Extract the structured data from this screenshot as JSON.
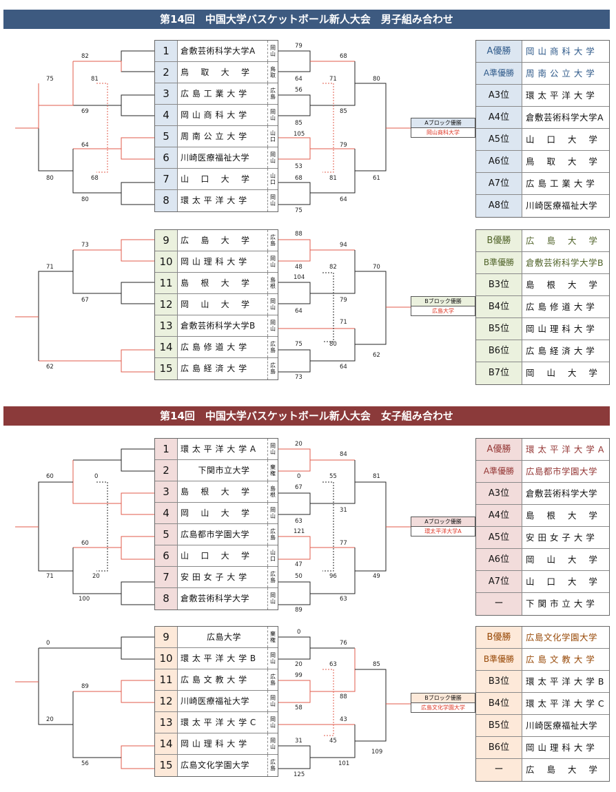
{
  "colors": {
    "men_banner": "#3d5a80",
    "women_banner": "#8b3a3a",
    "red_line": "#e05a4a",
    "men_a": "#dce6f1",
    "men_b": "#ebf1de",
    "women_a": "#f2dcdb",
    "women_b": "#fde9d9",
    "men_a_txt": "#2f5a8a",
    "men_b_txt": "#4f6228",
    "women_a_txt": "#943634",
    "women_b_txt": "#974806"
  },
  "men": {
    "title": "第14回　中国大学バスケットボール新人大会　男子組み合わせ",
    "blockA": {
      "teams": [
        {
          "num": "1",
          "name": "倉敷芸術科学大学A",
          "pref": [
            "岡",
            "山"
          ]
        },
        {
          "num": "2",
          "name": "鳥　 取 　大 　学",
          "pref": [
            "鳥",
            "取"
          ]
        },
        {
          "num": "3",
          "name": "広 島 工 業 大 学",
          "pref": [
            "広",
            "島"
          ]
        },
        {
          "num": "4",
          "name": "岡 山 商 科 大 学",
          "pref": [
            "岡",
            "山"
          ]
        },
        {
          "num": "5",
          "name": "周 南 公 立 大 学",
          "pref": [
            "山",
            "口"
          ]
        },
        {
          "num": "6",
          "name": "川崎医療福祉大学",
          "pref": [
            "岡",
            "山"
          ]
        },
        {
          "num": "7",
          "name": "山　 口 　大 　学",
          "pref": [
            "山",
            "口"
          ]
        },
        {
          "num": "8",
          "name": "環 太 平 洋 大 学",
          "pref": [
            "岡",
            "山"
          ]
        }
      ],
      "winner_title": "Aブロック優勝",
      "winner": "岡山商科大学",
      "ranks": [
        {
          "label": "A優勝",
          "name": "岡 山 商 科 大 学"
        },
        {
          "label": "A準優勝",
          "name": "周 南 公 立 大 学"
        },
        {
          "label": "A3位",
          "name": "環 太 平 洋 大 学"
        },
        {
          "label": "A4位",
          "name": "倉敷芸術科学大学A"
        },
        {
          "label": "A5位",
          "name": "山　 口 　大 　学"
        },
        {
          "label": "A6位",
          "name": "鳥　 取 　大 　学"
        },
        {
          "label": "A7位",
          "name": "広 島 工 業 大 学"
        },
        {
          "label": "A8位",
          "name": "川崎医療福祉大学"
        }
      ],
      "scores": [
        "82",
        "81",
        "75",
        "69",
        "64",
        "80",
        "68",
        "80",
        "79",
        "64",
        "68",
        "71",
        "56",
        "85",
        "85",
        "80",
        "105",
        "53",
        "79",
        "68",
        "81",
        "61",
        "75",
        "64"
      ]
    },
    "blockB": {
      "teams": [
        {
          "num": "9",
          "name": "広　 島 　大 　学",
          "pref": [
            "広",
            "島"
          ]
        },
        {
          "num": "10",
          "name": "岡 山 理 科 大 学",
          "pref": [
            "岡",
            "山"
          ]
        },
        {
          "num": "11",
          "name": "島　 根 　大 　学",
          "pref": [
            "島",
            "根"
          ]
        },
        {
          "num": "12",
          "name": "岡　 山 　大 　学",
          "pref": [
            "岡",
            "山"
          ]
        },
        {
          "num": "13",
          "name": "倉敷芸術科学大学B",
          "pref": [
            "岡",
            "山"
          ]
        },
        {
          "num": "14",
          "name": "広 島 修 道 大 学",
          "pref": [
            "広",
            "島"
          ]
        },
        {
          "num": "15",
          "name": "広 島 経 済 大 学",
          "pref": [
            "広",
            "島"
          ]
        }
      ],
      "winner_title": "Bブロック優勝",
      "winner": "広島大学",
      "ranks": [
        {
          "label": "B優勝",
          "name": "広　 島 　大 　学"
        },
        {
          "label": "B準優勝",
          "name": "倉敷芸術科学大学B"
        },
        {
          "label": "B3位",
          "name": "島　 根 　大 　学"
        },
        {
          "label": "B4位",
          "name": "広 島 修 道 大 学"
        },
        {
          "label": "B5位",
          "name": "岡 山 理 科 大 学"
        },
        {
          "label": "B6位",
          "name": "広 島 経 済 大 学"
        },
        {
          "label": "B7位",
          "name": "岡　 山 　大 　学"
        }
      ],
      "scores": [
        "73",
        "71",
        "67",
        "62",
        "88",
        "94",
        "48",
        "82",
        "70",
        "104",
        "79",
        "64",
        "71",
        "80",
        "62",
        "75",
        "64",
        "73"
      ]
    }
  },
  "women": {
    "title": "第14回　中国大学バスケットボール新人大会　女子組み合わせ",
    "blockA": {
      "teams": [
        {
          "num": "1",
          "name": "環 太 平 洋 大 学 A",
          "pref": [
            "岡",
            "山"
          ]
        },
        {
          "num": "2",
          "name": "下関市立大学",
          "pref": [
            "棄",
            "権"
          ]
        },
        {
          "num": "3",
          "name": "島　 根 　大 　学",
          "pref": [
            "島",
            "根"
          ]
        },
        {
          "num": "4",
          "name": "岡　 山 　大 　学",
          "pref": [
            "岡",
            "山"
          ]
        },
        {
          "num": "5",
          "name": "広島都市学園大学",
          "pref": [
            "広",
            "島"
          ]
        },
        {
          "num": "6",
          "name": "山　 口 　大 　学",
          "pref": [
            "山",
            "口"
          ]
        },
        {
          "num": "7",
          "name": "安 田 女 子 大 学",
          "pref": [
            "広",
            "島"
          ]
        },
        {
          "num": "8",
          "name": "倉敷芸術科学大学",
          "pref": [
            "岡",
            "山"
          ]
        }
      ],
      "winner_title": "Aブロック優勝",
      "winner": "環太平洋大学A",
      "ranks": [
        {
          "label": "A優勝",
          "name": "環 太 平 洋 大 学 A"
        },
        {
          "label": "A準優勝",
          "name": "広島都市学園大学"
        },
        {
          "label": "A3位",
          "name": "倉敷芸術科学大学"
        },
        {
          "label": "A4位",
          "name": "島　 根 　大 　学"
        },
        {
          "label": "A5位",
          "name": "安 田 女 子 大 学"
        },
        {
          "label": "A6位",
          "name": "岡　 山 　大 　学"
        },
        {
          "label": "A7位",
          "name": "山　 口 　大 　学"
        },
        {
          "label": "ー",
          "name": "下 関 市 立 大 学"
        }
      ],
      "scores": [
        "60",
        "0",
        "20",
        "84",
        "0",
        "55",
        "81",
        "67",
        "31",
        "63",
        "60",
        "121",
        "77",
        "47",
        "71",
        "20",
        "50",
        "96",
        "49",
        "100",
        "63",
        "89"
      ]
    },
    "blockB": {
      "teams": [
        {
          "num": "9",
          "name": "広島大学",
          "pref": [
            "棄",
            "権"
          ]
        },
        {
          "num": "10",
          "name": "環 太 平 洋 大 学 B",
          "pref": [
            "岡",
            "山"
          ]
        },
        {
          "num": "11",
          "name": "広 島 文 教 大 学",
          "pref": [
            "広",
            "島"
          ]
        },
        {
          "num": "12",
          "name": "川崎医療福祉大学",
          "pref": [
            "岡",
            "山"
          ]
        },
        {
          "num": "13",
          "name": "環 太 平 洋 大 学 C",
          "pref": [
            "岡",
            "山"
          ]
        },
        {
          "num": "14",
          "name": "岡 山 理 科 大 学",
          "pref": [
            "岡",
            "山"
          ]
        },
        {
          "num": "15",
          "name": "広島文化学園大学",
          "pref": [
            "広",
            "島"
          ]
        }
      ],
      "winner_title": "Bブロック優勝",
      "winner": "広島文化学園大学",
      "ranks": [
        {
          "label": "B優勝",
          "name": "広島文化学園大学"
        },
        {
          "label": "B準優勝",
          "name": "広 島 文 教 大 学"
        },
        {
          "label": "B3位",
          "name": "環 太 平 洋 大 学 B"
        },
        {
          "label": "B4位",
          "name": "環 太 平 洋 大 学 C"
        },
        {
          "label": "B5位",
          "name": "川崎医療福祉大学"
        },
        {
          "label": "B6位",
          "name": "岡 山 理 科 大 学"
        },
        {
          "label": "ー",
          "name": "広　 島 　大 　学"
        }
      ],
      "scores": [
        "0",
        "0",
        "76",
        "20",
        "63",
        "85",
        "89",
        "99",
        "88",
        "58",
        "43",
        "20",
        "45",
        "31",
        "109",
        "56",
        "101",
        "125"
      ]
    }
  }
}
